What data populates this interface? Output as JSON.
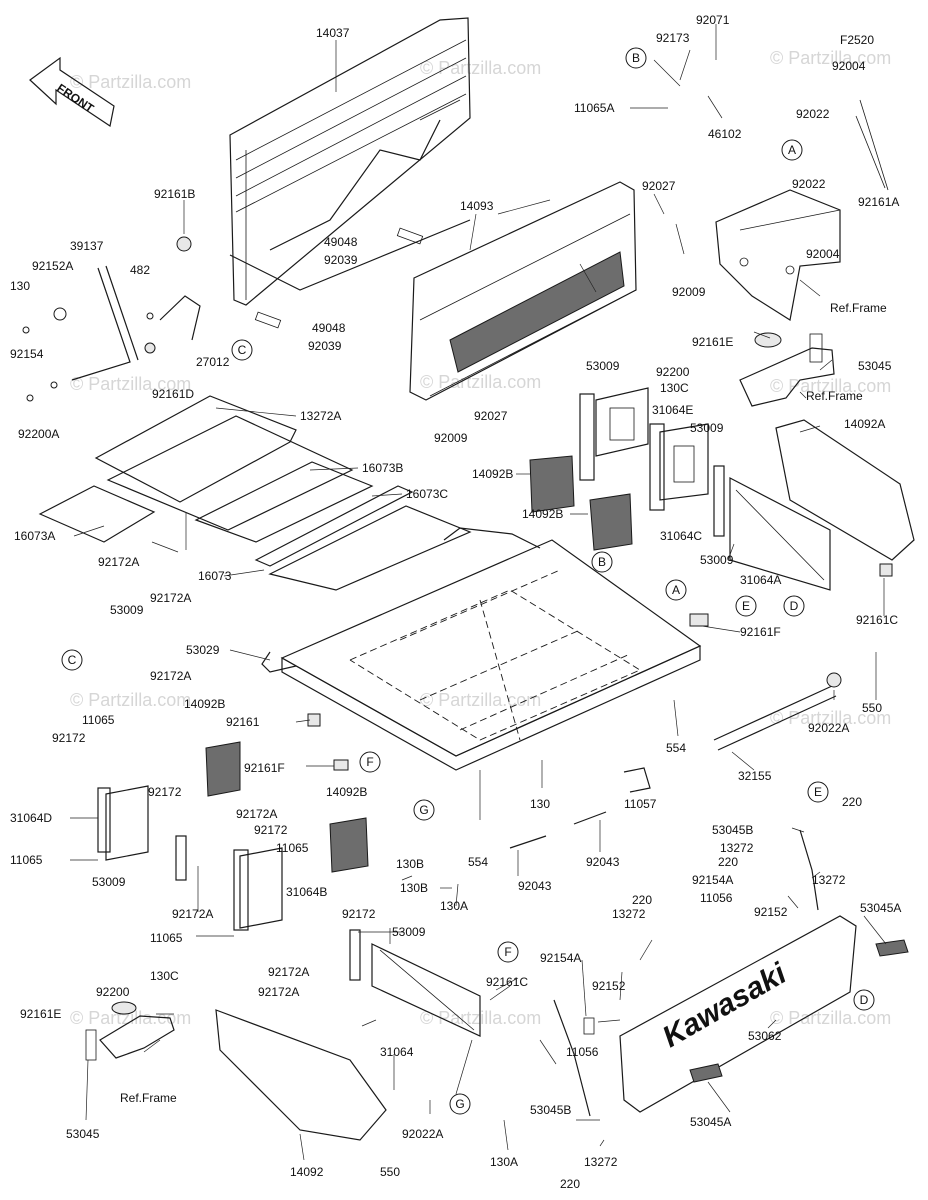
{
  "code": "F2520",
  "front_label": "FRONT",
  "watermark": "© Partzilla.com",
  "ref_frame": "Ref.Frame",
  "parts": {
    "p14037": "14037",
    "p92071": "92071",
    "p92173": "92173",
    "p11065A": "11065A",
    "p46102": "46102",
    "p92004a": "92004",
    "p92022a": "92022",
    "p92161B": "92161B",
    "p39137": "39137",
    "p92152A": "92152A",
    "p482": "482",
    "p130a": "130",
    "p92154": "92154",
    "p27012": "27012",
    "p92161D": "92161D",
    "p92200A": "92200A",
    "p49048a": "49048",
    "p92039a": "92039",
    "p49048b": "49048",
    "p92039b": "92039",
    "p14093": "14093",
    "p92027a": "92027",
    "p92009a": "92009",
    "p92022b": "92022",
    "p92004b": "92004",
    "p92161A": "92161A",
    "p92161E": "92161E",
    "p53045a": "53045",
    "p92200a": "92200",
    "p130C": "130C",
    "p53009a": "53009",
    "p31064E": "31064E",
    "p92027b": "92027",
    "p92009b": "92009",
    "p14092A": "14092A",
    "p13272A": "13272A",
    "p16073B": "16073B",
    "p16073C": "16073C",
    "p16073A": "16073A",
    "p92172A_a": "92172A",
    "p16073": "16073",
    "p14092B_a": "14092B",
    "p14092B_b": "14092B",
    "p53009b": "53009",
    "p31064C": "31064C",
    "p53009c": "53009",
    "p31064A": "31064A",
    "p92161C_a": "92161C",
    "p92172A_b": "92172A",
    "p53009d": "53009",
    "p53029": "53029",
    "p92161F_a": "92161F",
    "p92172A_c": "92172A",
    "p14092B_c": "14092B",
    "p11065a": "11065",
    "p92172a": "92172",
    "p92161": "92161",
    "p92161F_b": "92161F",
    "p550a": "550",
    "p92022A_a": "92022A",
    "p554a": "554",
    "p32155": "32155",
    "p31064D": "31064D",
    "p92172b": "92172",
    "p92172A_d": "92172A",
    "p92172c": "92172",
    "p11065b": "11065",
    "p14092B_d": "14092B",
    "p130": "130",
    "p11057": "11057",
    "p11065c": "11065",
    "p53009e": "53009",
    "p31064B": "31064B",
    "p130B_a": "130B",
    "p554b": "554",
    "p92043a": "92043",
    "p92043b": "92043",
    "p130B_b": "130B",
    "p220a": "220",
    "p53045B_a": "53045B",
    "p13272a": "13272",
    "p220b": "220",
    "p13272b": "13272",
    "p92154A_a": "92154A",
    "p11056a": "11056",
    "p92152a": "92152",
    "p53045A_a": "53045A",
    "p92172A_e": "92172A",
    "p92172d": "92172",
    "p11065d": "11065",
    "p53009f": "53009",
    "p130A_a": "130A",
    "p92172A_f": "92172A",
    "p92172A_g": "92172A",
    "p13272c": "13272",
    "p220c": "220",
    "p92161C_b": "92161C",
    "p92154A_b": "92154A",
    "p92152b": "92152",
    "p130C_b": "130C",
    "p92200b": "92200",
    "p92161E_b": "92161E",
    "p31064": "31064",
    "p11056b": "11056",
    "p53062": "53062",
    "p53045B_b": "53045B",
    "p53045A_b": "53045A",
    "p53045b": "53045",
    "p14092": "14092",
    "p550b": "550",
    "p92022A_b": "92022A",
    "p130A_b": "130A",
    "p220d": "220",
    "p13272d": "13272"
  },
  "callouts": {
    "A": "A",
    "B": "B",
    "C": "C",
    "D": "D",
    "E": "E",
    "F": "F",
    "G": "G"
  },
  "brand_on_tailgate": "Kawasaki"
}
